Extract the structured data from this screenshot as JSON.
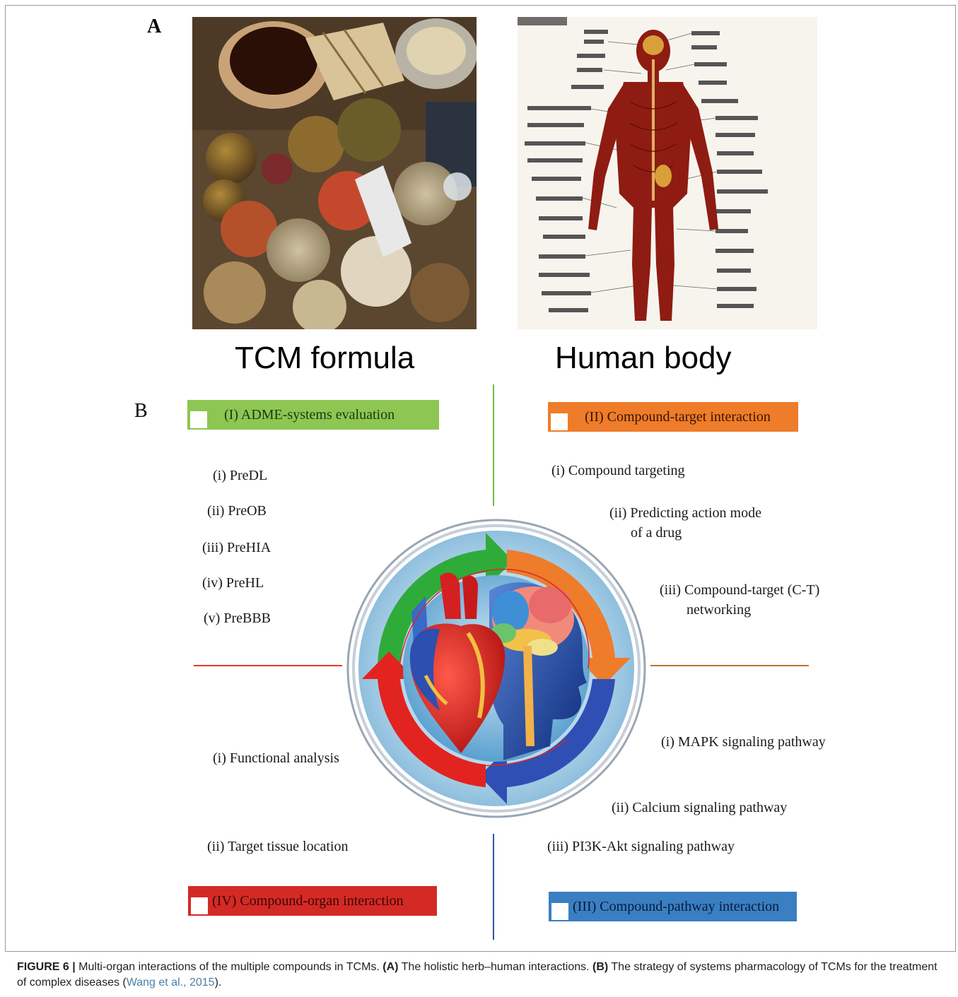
{
  "panel_a": {
    "letter": "A",
    "left_image_label": "TCM formula",
    "right_image_label": "Human body"
  },
  "panel_b": {
    "letter": "B",
    "quadrants": {
      "adme": {
        "title": "(I) ADME-systems evaluation",
        "color": "#8dc652",
        "items": [
          "(i) PreDL",
          "(ii) PreOB",
          "(iii) PreHIA",
          "(iv) PreHL",
          "(v) PreBBB"
        ]
      },
      "compound_target": {
        "title": "(II) Compound-target interaction",
        "color": "#ee7c2a",
        "items": [
          "(i) Compound targeting",
          "(ii) Predicting action mode",
          "of a drug",
          "(iii) Compound-target (C-T)",
          "networking"
        ]
      },
      "compound_pathway": {
        "title": "(III) Compound-pathway interaction",
        "color": "#3a7fc2",
        "items": [
          "(i) MAPK signaling pathway",
          "(ii) Calcium signaling pathway",
          "(iii) PI3K-Akt signaling pathway"
        ]
      },
      "compound_organ": {
        "title": "(IV) Compound-organ interaction",
        "color": "#d42a25",
        "items": [
          "(i) Functional analysis",
          "(ii) Target tissue location"
        ]
      }
    },
    "axis_colors": {
      "top": "#6fbf3c",
      "left": "#e23a2f",
      "right": "#c4702a",
      "bottom": "#2f55a8"
    }
  },
  "caption": {
    "label": "FIGURE 6 |",
    "text_1": " Multi-organ interactions of the multiple compounds in TCMs. ",
    "a_ref": "(A)",
    "text_2": " The holistic herb–human interactions. ",
    "b_ref": "(B)",
    "text_3": " The strategy of systems pharmacology of TCMs for the treatment of complex diseases (",
    "citation": "Wang et al., 2015",
    "text_4": ")."
  }
}
